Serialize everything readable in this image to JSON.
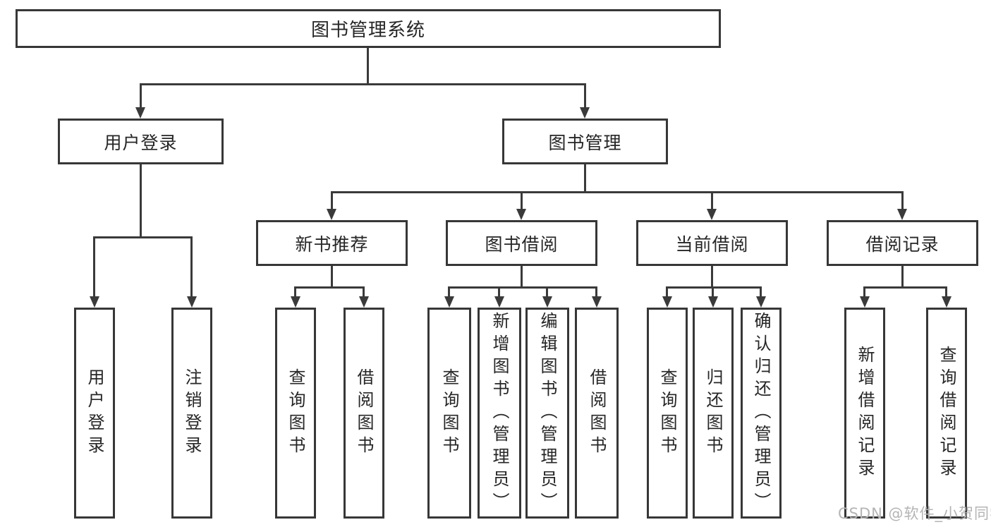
{
  "tree": {
    "root": {
      "label": "图书管理系统"
    },
    "user_login": {
      "label": "用户登录",
      "children": [
        "用户登录",
        "注销登录"
      ]
    },
    "book_mgmt": {
      "label": "图书管理",
      "new_book": {
        "label": "新书推荐",
        "children": [
          "查询图书",
          "借阅图书"
        ]
      },
      "borrow": {
        "label": "图书借阅",
        "children": [
          "查询图书",
          "新增图书（管理员）",
          "编辑图书（管理员）",
          "借阅图书"
        ]
      },
      "current": {
        "label": "当前借阅",
        "children": [
          "查询图书",
          "归还图书",
          "确认归还（管理员）"
        ]
      },
      "records": {
        "label": "借阅记录",
        "children": [
          "新增借阅记录",
          "查询借阅记录"
        ]
      }
    }
  },
  "watermark": "CSDN @软件_小贺同学",
  "colors": {
    "line": "#3a3a3a",
    "border": "#373737",
    "text": "#262626",
    "watermark_text": "#b4b4b4",
    "background": "#ffffff"
  }
}
